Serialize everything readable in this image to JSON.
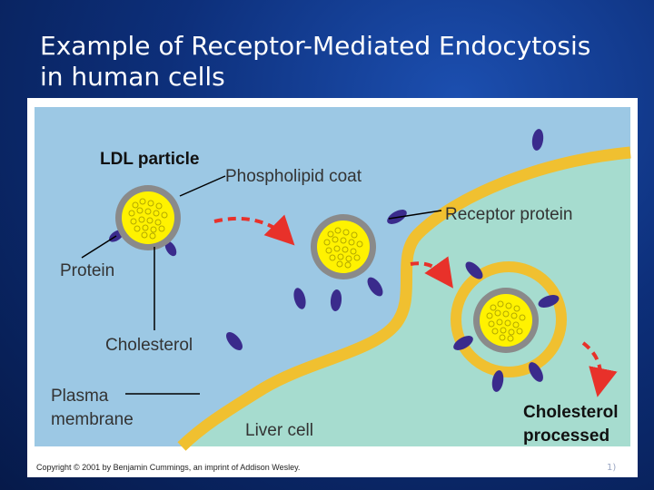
{
  "slide": {
    "title_line1": "Example of Receptor-Mediated Endocytosis",
    "title_line2": "in human cells",
    "page_number": "1)"
  },
  "diagram": {
    "labels": {
      "ldl_particle": "LDL particle",
      "phospholipid_coat": "Phospholipid coat",
      "receptor_protein": "Receptor protein",
      "protein": "Protein",
      "cholesterol": "Cholesterol",
      "plasma": "Plasma",
      "membrane": "membrane",
      "liver_cell": "Liver cell",
      "cholesterol_processed_1": "Cholesterol",
      "cholesterol_processed_2": "processed"
    },
    "copyright": "Copyright © 2001 by Benjamin Cummings, an imprint of Addison Wesley."
  },
  "colors": {
    "extracellular": "#9cc8e4",
    "cytoplasm": "#a6dccf",
    "membrane": "#f0c030",
    "particle_core": "#fff200",
    "particle_coat": "#8a8a8a",
    "receptor": "#3a2b8c",
    "arrow": "#e8312a"
  }
}
